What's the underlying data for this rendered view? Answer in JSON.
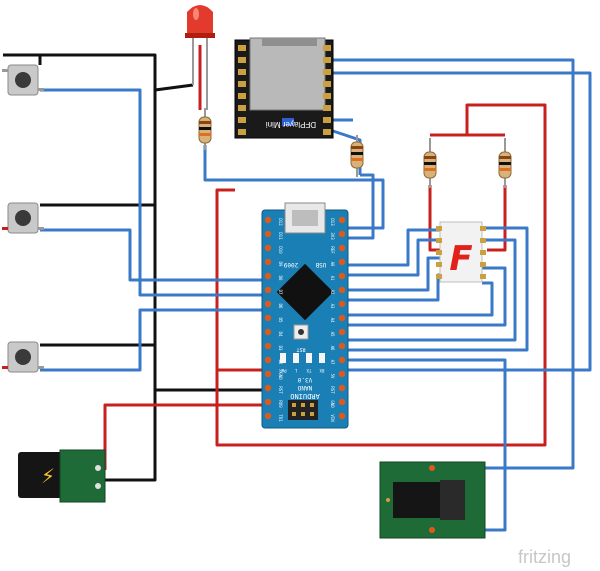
{
  "watermark": "fritzing",
  "dfplayer": {
    "label": "DFPlayer Mini"
  },
  "arduino": {
    "usb_label": "USB",
    "year": "2009",
    "brand": "ARDUINO",
    "model": "NANO",
    "version": "V3.0",
    "rst_label": "RST",
    "led_labels": [
      "PWR",
      "L",
      "TX",
      "RX"
    ],
    "left_pins": [
      "D12",
      "D11",
      "D10",
      "D9",
      "D8",
      "D7",
      "D6",
      "D5",
      "D4",
      "D3",
      "D2",
      "GND",
      "RST",
      "RX0",
      "TX1"
    ],
    "right_pins": [
      "D13",
      "3V3",
      "REF",
      "A0",
      "A1",
      "A2",
      "A3",
      "A4",
      "A5",
      "A6",
      "A7",
      "5V",
      "RST",
      "GND",
      "VIN"
    ]
  },
  "display": {
    "digit": "F"
  },
  "power_jack": {
    "symbol": "⚡"
  },
  "colors": {
    "wire_blue": "#3a78c8",
    "wire_red": "#c8201e",
    "wire_black": "#111111",
    "board_blue": "#1a7fb5",
    "pcb_green": "#1e6b38"
  }
}
